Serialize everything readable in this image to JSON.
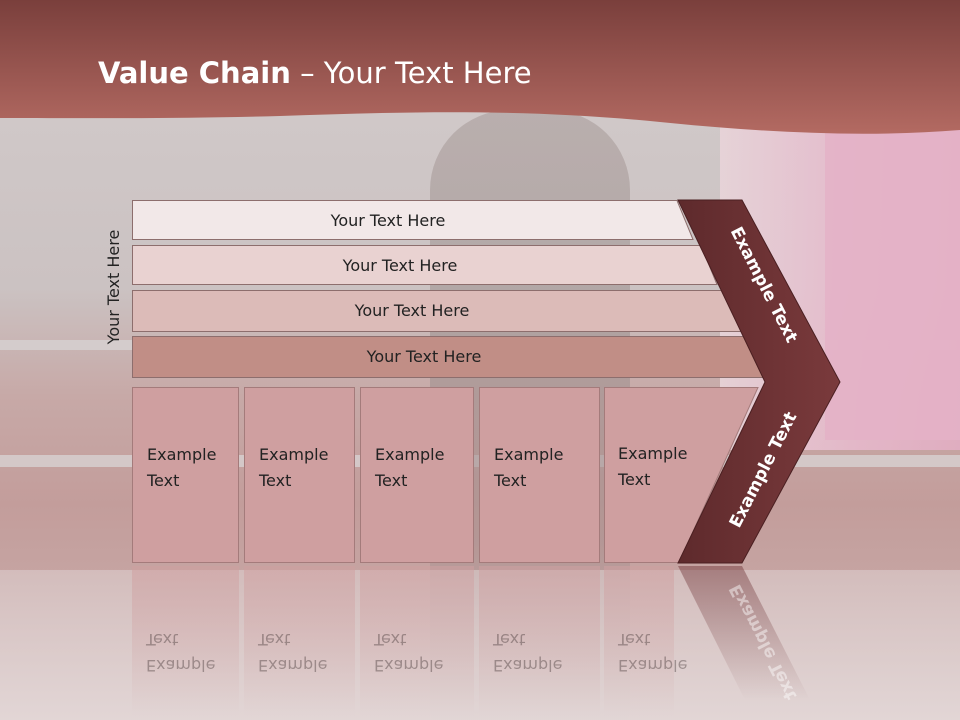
{
  "slide": {
    "title_bold": "Value Chain",
    "title_rest": " – Your Text Here",
    "side_label": "Your Text Here"
  },
  "bars": [
    {
      "label": "Your Text Here"
    },
    {
      "label": "Your Text Here"
    },
    {
      "label": "Your Text Here"
    },
    {
      "label": "Your Text Here"
    }
  ],
  "cells": [
    {
      "line1": "Example",
      "line2": "Text"
    },
    {
      "line1": "Example",
      "line2": "Text"
    },
    {
      "line1": "Example",
      "line2": "Text"
    },
    {
      "line1": "Example",
      "line2": "Text"
    },
    {
      "line1": "Example",
      "line2": "Text"
    }
  ],
  "arrow": {
    "upper_label": "Example Text",
    "lower_label": "Example Text"
  },
  "colors": {
    "header": "#a4605a",
    "arrow": "#6e3235",
    "cell": "#cf9fa0"
  }
}
